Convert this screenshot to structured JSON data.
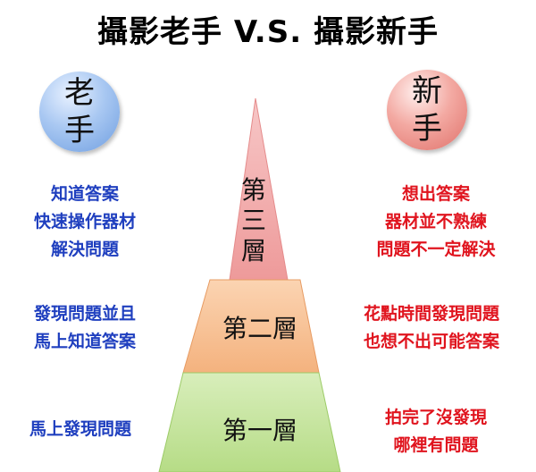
{
  "title": "攝影老手  V.S. 攝影新手",
  "left_circle": {
    "char1": "老",
    "char2": "手",
    "color": "#7aa7e6"
  },
  "right_circle": {
    "char1": "新",
    "char2": "手",
    "color": "#e87d76"
  },
  "layers": [
    {
      "label": "第三層",
      "label_chars": [
        "第",
        "三",
        "層"
      ],
      "color": "#f1a3a3",
      "left_text": [
        "知道答案",
        "快速操作器材",
        "解決問題"
      ],
      "right_text": [
        "想出答案",
        "器材並不熟練",
        "問題不一定解決"
      ]
    },
    {
      "label": "第二層",
      "color": "#f7bf92",
      "left_text": [
        "發現問題並且",
        "馬上知道答案"
      ],
      "right_text": [
        "花點時間發現問題",
        "也想不出可能答案"
      ]
    },
    {
      "label": "第一層",
      "color": "#c3e39a",
      "left_text": [
        "馬上發現問題"
      ],
      "right_text": [
        "拍完了沒發現",
        "哪裡有問題"
      ]
    }
  ],
  "colors": {
    "left_text": "#1f3fbf",
    "right_text": "#e0141e"
  }
}
